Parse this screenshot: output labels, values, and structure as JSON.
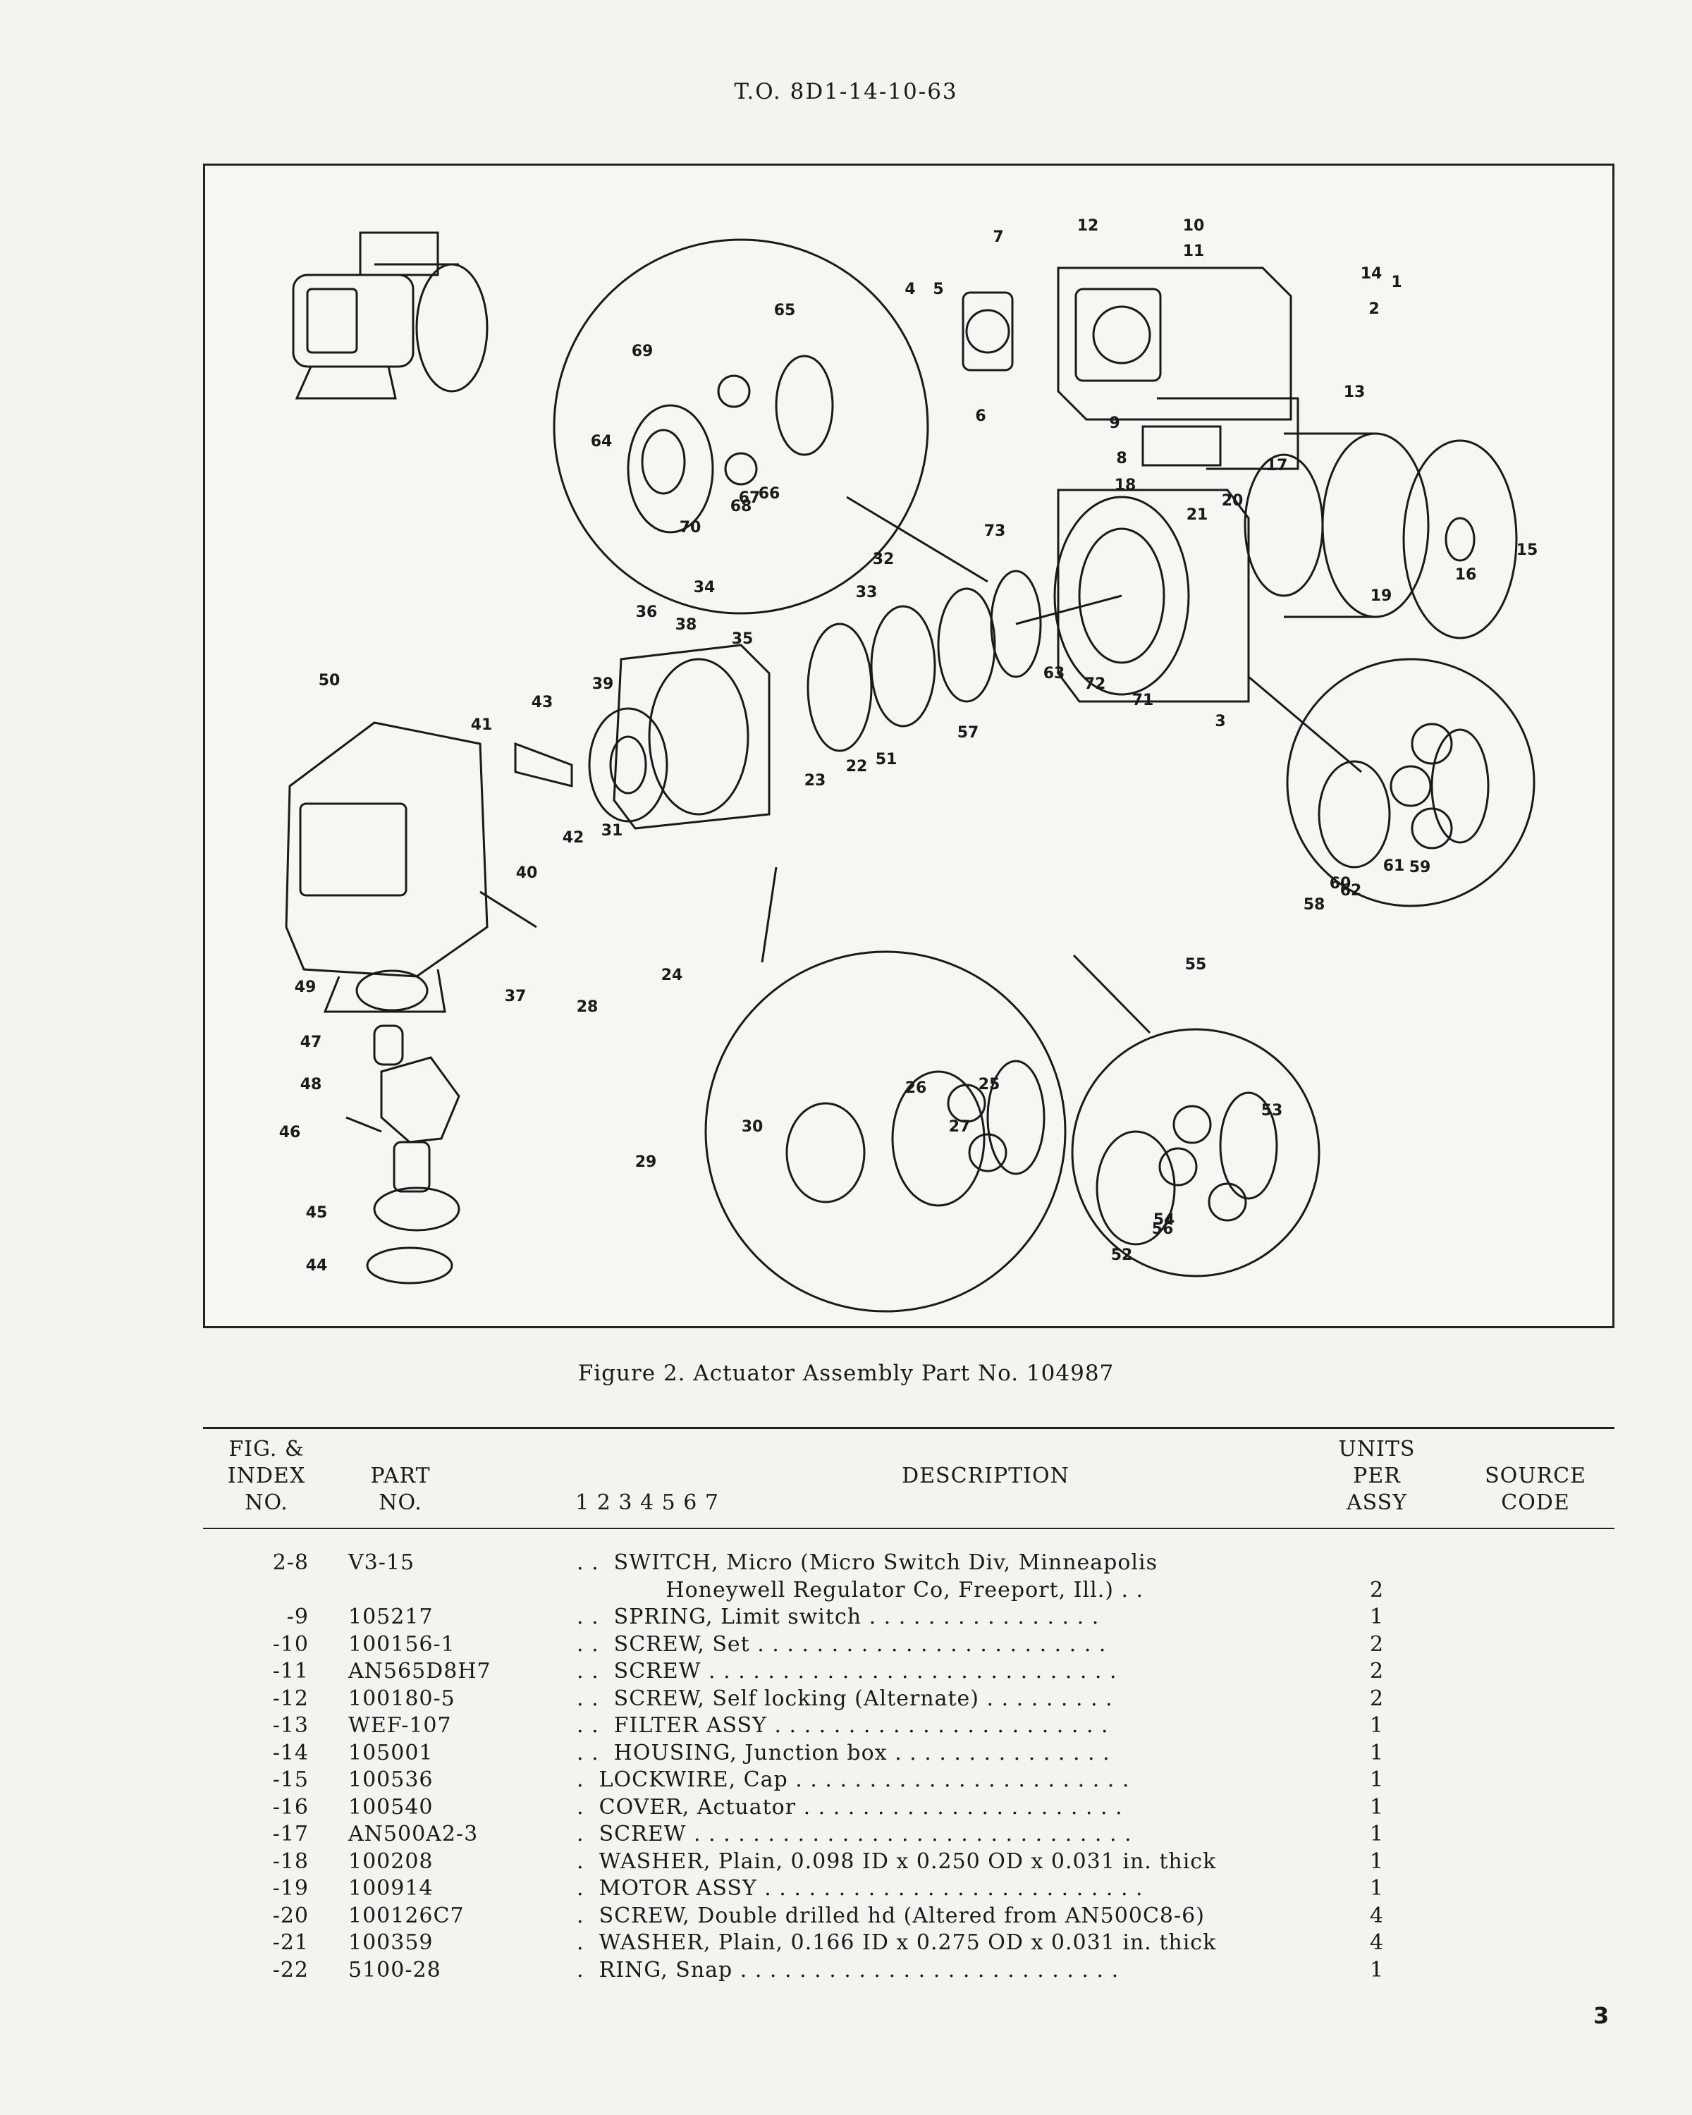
{
  "header": {
    "doc_number": "T.O. 8D1-14-10-63"
  },
  "figure": {
    "caption": "Figure 2.  Actuator Assembly Part No. 104987",
    "callouts": [
      "1",
      "2",
      "3",
      "4",
      "5",
      "6",
      "7",
      "8",
      "9",
      "10",
      "11",
      "12",
      "13",
      "14",
      "15",
      "16",
      "17",
      "18",
      "19",
      "20",
      "21",
      "22",
      "23",
      "24",
      "25",
      "26",
      "27",
      "28",
      "29",
      "30",
      "31",
      "32",
      "33",
      "34",
      "35",
      "36",
      "37",
      "38",
      "39",
      "40",
      "41",
      "42",
      "43",
      "44",
      "45",
      "46",
      "47",
      "48",
      "49",
      "50",
      "51",
      "52",
      "53",
      "54",
      "55",
      "56",
      "57",
      "58",
      "59",
      "60",
      "61",
      "62",
      "63",
      "64",
      "65",
      "66",
      "67",
      "68",
      "69",
      "70",
      "71",
      "72",
      "73"
    ]
  },
  "table": {
    "columns": {
      "index": "FIG. &\nINDEX\nNO.",
      "part": "PART\nNO.",
      "levels": "1  2  3  4  5  6  7",
      "description": "DESCRIPTION",
      "units": "UNITS\nPER\nASSY",
      "source": "SOURCE\nCODE"
    },
    "rows": [
      {
        "index": "2-8",
        "part": "V3-15",
        "desc": ". .  SWITCH, Micro (Micro Switch Div, Minneapolis",
        "units": "",
        "source": ""
      },
      {
        "index": "",
        "part": "",
        "desc": "            Honeywell Regulator Co, Freeport, Ill.) . .",
        "units": "2",
        "source": ""
      },
      {
        "index": "-9",
        "part": "105217",
        "desc": ". .  SPRING, Limit switch . . . . . . . . . . . . . . . .",
        "units": "1",
        "source": ""
      },
      {
        "index": "-10",
        "part": "100156-1",
        "desc": ". .  SCREW, Set . . . . . . . . . . . . . . . . . . . . . . . .",
        "units": "2",
        "source": ""
      },
      {
        "index": "-11",
        "part": "AN565D8H7",
        "desc": ". .  SCREW . . . . . . . . . . . . . . . . . . . . . . . . . . . .",
        "units": "2",
        "source": ""
      },
      {
        "index": "-12",
        "part": "100180-5",
        "desc": ". .  SCREW, Self locking (Alternate) . . . . . . . . .",
        "units": "2",
        "source": ""
      },
      {
        "index": "-13",
        "part": "WEF-107",
        "desc": ". .  FILTER ASSY . . . . . . . . . . . . . . . . . . . . . . .",
        "units": "1",
        "source": ""
      },
      {
        "index": "-14",
        "part": "105001",
        "desc": ". .  HOUSING, Junction box . . . . . . . . . . . . . . .",
        "units": "1",
        "source": ""
      },
      {
        "index": "-15",
        "part": "100536",
        "desc": ".  LOCKWIRE, Cap . . . . . . . . . . . . . . . . . . . . . . .",
        "units": "1",
        "source": ""
      },
      {
        "index": "-16",
        "part": "100540",
        "desc": ".  COVER, Actuator . . . . . . . . . . . . . . . . . . . . . .",
        "units": "1",
        "source": ""
      },
      {
        "index": "-17",
        "part": "AN500A2-3",
        "desc": ".  SCREW . . . . . . . . . . . . . . . . . . . . . . . . . . . . . .",
        "units": "1",
        "source": ""
      },
      {
        "index": "-18",
        "part": "100208",
        "desc": ".  WASHER, Plain, 0.098 ID x 0.250 OD x 0.031 in. thick",
        "units": "1",
        "source": ""
      },
      {
        "index": "-19",
        "part": "100914",
        "desc": ".  MOTOR ASSY . . . . . . . . . . . . . . . . . . . . . . . . . .",
        "units": "1",
        "source": ""
      },
      {
        "index": "-20",
        "part": "100126C7",
        "desc": ".  SCREW, Double drilled hd (Altered from AN500C8-6)",
        "units": "4",
        "source": ""
      },
      {
        "index": "-21",
        "part": "100359",
        "desc": ".  WASHER, Plain, 0.166 ID x 0.275 OD x 0.031 in. thick",
        "units": "4",
        "source": ""
      },
      {
        "index": "-22",
        "part": "5100-28",
        "desc": ".  RING, Snap . . . . . . . . . . . . . . . . . . . . . . . . . .",
        "units": "1",
        "source": ""
      }
    ]
  },
  "page_number": "3"
}
